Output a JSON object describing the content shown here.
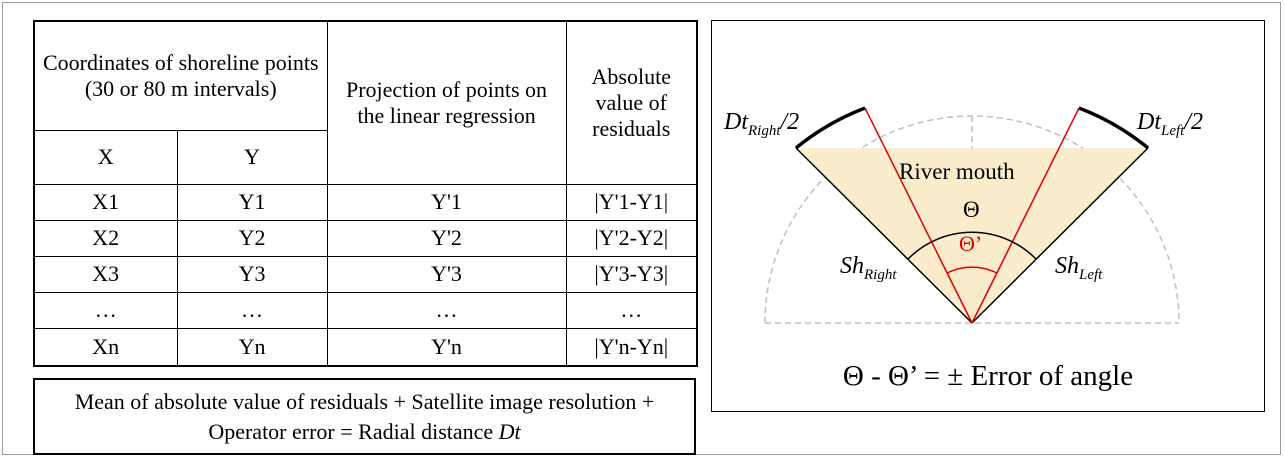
{
  "table": {
    "header": {
      "coords": "Coordinates of shoreline points (30 or 80 m intervals)",
      "x": "X",
      "y": "Y",
      "projection": "Projection of points on the linear regression",
      "residuals": "Absolute value of residuals"
    },
    "rows": [
      {
        "x": "X1",
        "y": "Y1",
        "proj": "Y'1",
        "res": "|Y'1-Y1|"
      },
      {
        "x": "X2",
        "y": "Y2",
        "proj": "Y'2",
        "res": "|Y'2-Y2|"
      },
      {
        "x": "X3",
        "y": "Y3",
        "proj": "Y'3",
        "res": "|Y'3-Y3|"
      },
      {
        "x": "…",
        "y": "…",
        "proj": "…",
        "res": "…"
      },
      {
        "x": "Xn",
        "y": "Yn",
        "proj": "Y'n",
        "res": "|Y'n-Yn|"
      }
    ],
    "footer_text": "Mean of absolute value of residuals + Satellite image resolution + Operator error = Radial distance",
    "footer_symbol": "Dt"
  },
  "diagram": {
    "label_dt_right": {
      "base": "Dt",
      "sub": "Right",
      "suffix": "/2"
    },
    "label_dt_left": {
      "base": "Dt",
      "sub": "Left",
      "suffix": "/2"
    },
    "label_sh_right": {
      "base": "Sh",
      "sub": "Right"
    },
    "label_sh_left": {
      "base": "Sh",
      "sub": "Left"
    },
    "river_mouth": "River mouth",
    "theta": "Θ",
    "theta_prime": "Θ’",
    "equation": "Θ - Θ’ = ± Error of angle",
    "colors": {
      "fill": "#fbeccb",
      "red": "#e00000",
      "dash": "#bfbfbf",
      "line": "#000000"
    }
  }
}
